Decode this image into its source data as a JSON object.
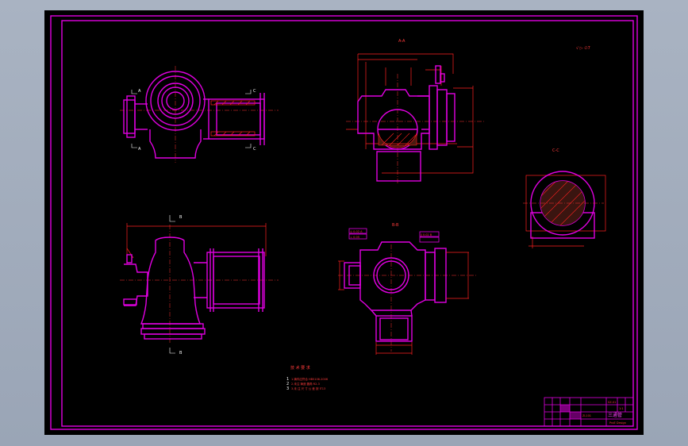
{
  "colors": {
    "app_background": "#a4aebd",
    "viewport_background": "#000000",
    "frame_magenta": "#e000e0",
    "dimension_red": "#ff2020",
    "text_white": "#ffffff"
  },
  "views": {
    "section_aa": {
      "title": "A-A"
    },
    "section_bb": {
      "title": "B-B"
    },
    "section_cc": {
      "title": "C-C"
    }
  },
  "cut_markers": {
    "a_top": "A",
    "a_bottom": "A",
    "c_top": "C",
    "c_bottom": "C",
    "b_top": "B",
    "b_bottom": "B"
  },
  "roughness_note": "√ ▷ ∅7",
  "technical_requirements": {
    "heading": "技 术 要 求",
    "lines": [
      "1.铸件应符合 HB5106-2006",
      "2.未注 铸造 圆角 R2-3",
      "3.未 注 尺 寸 公 差 按 IT13"
    ],
    "markers": [
      "1",
      "2",
      "3"
    ]
  },
  "tolerance_frames": [
    "◎ 0.02 A",
    "⊥ 0.05",
    "∥ 0.02 B"
  ],
  "title_block": {
    "part_name": "三通管",
    "material": "ZL101",
    "scale": "1:1",
    "company": "ProE Design",
    "drawing_no": "SZ-01"
  }
}
